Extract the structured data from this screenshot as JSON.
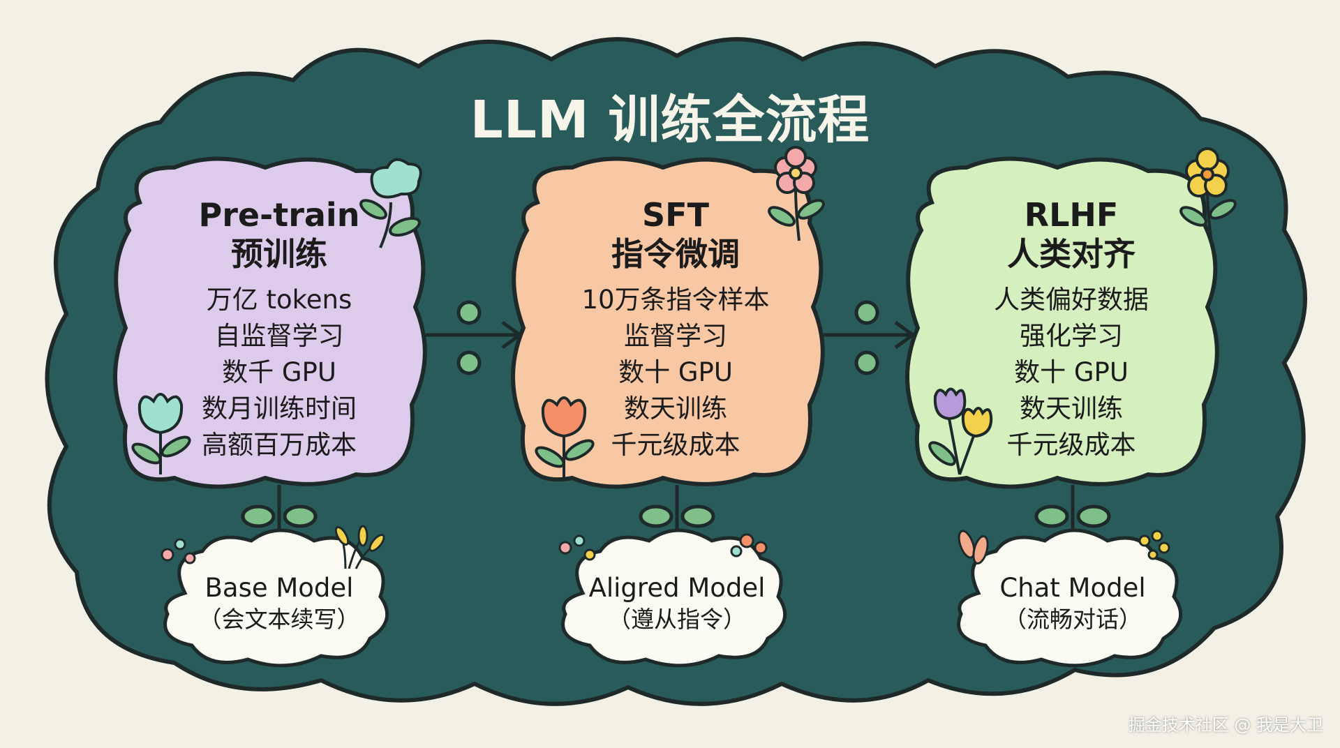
{
  "title": "LLM 训练全流程",
  "colors": {
    "background": "#f3f1e6",
    "cloud_board": "#2a5b5b",
    "outline": "#1e2a2a",
    "pretrain_fill": "#dccbea",
    "sft_fill": "#f8c8a4",
    "rlhf_fill": "#d6efbf",
    "model_fill": "#fbfaf3",
    "title_text": "#f7f4ea"
  },
  "stages": [
    {
      "title": "Pre-train",
      "subtitle": "预训练",
      "lines": [
        "万亿 tokens",
        "自监督学习",
        "数千 GPU",
        "数月训练时间",
        "高额百万成本"
      ]
    },
    {
      "title": "SFT",
      "subtitle": "指令微调",
      "lines": [
        "10万条指令样本",
        "监督学习",
        "数十 GPU",
        "数天训练",
        "千元级成本"
      ]
    },
    {
      "title": "RLHF",
      "subtitle": "人类对齐",
      "lines": [
        "人类偏好数据",
        "强化学习",
        "数十 GPU",
        "数天训练",
        "千元级成本"
      ]
    }
  ],
  "models": [
    {
      "name": "Base Model",
      "desc": "（会文本续写）"
    },
    {
      "name": "Aligred Model",
      "desc": "（遵从指令）"
    },
    {
      "name": "Chat Model",
      "desc": "（流畅对话）"
    }
  ],
  "watermark": "掘金技术社区 @ 我是大卫"
}
